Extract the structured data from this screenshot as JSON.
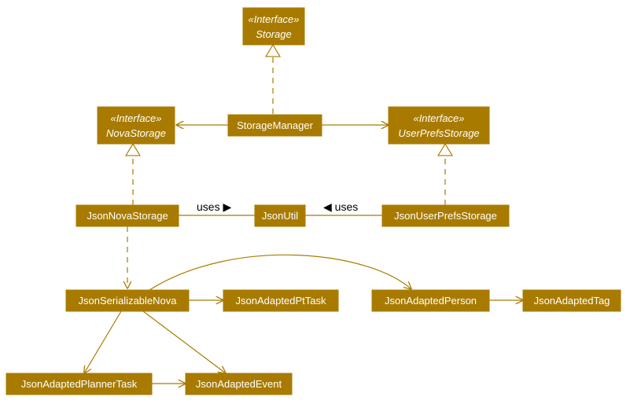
{
  "diagram": {
    "colors": {
      "fill": "#a87b00",
      "text": "#ffffff",
      "edge": "#a87b00",
      "label": "#000000"
    },
    "interfaces": {
      "storage": {
        "stereotype": "«Interface»",
        "name": "Storage"
      },
      "nova_storage": {
        "stereotype": "«Interface»",
        "name": "NovaStorage"
      },
      "user_prefs_storage": {
        "stereotype": "«Interface»",
        "name": "UserPrefsStorage"
      }
    },
    "classes": {
      "storage_manager": "StorageManager",
      "json_nova_storage": "JsonNovaStorage",
      "json_util": "JsonUtil",
      "json_user_prefs_storage": "JsonUserPrefsStorage",
      "json_serializable_nova": "JsonSerializableNova",
      "json_adapted_pt_task": "JsonAdaptedPtTask",
      "json_adapted_person": "JsonAdaptedPerson",
      "json_adapted_tag": "JsonAdaptedTag",
      "json_adapted_planner_task": "JsonAdaptedPlannerTask",
      "json_adapted_event": "JsonAdaptedEvent"
    },
    "labels": {
      "uses_right": "uses ▶",
      "uses_left": "◀ uses"
    }
  }
}
